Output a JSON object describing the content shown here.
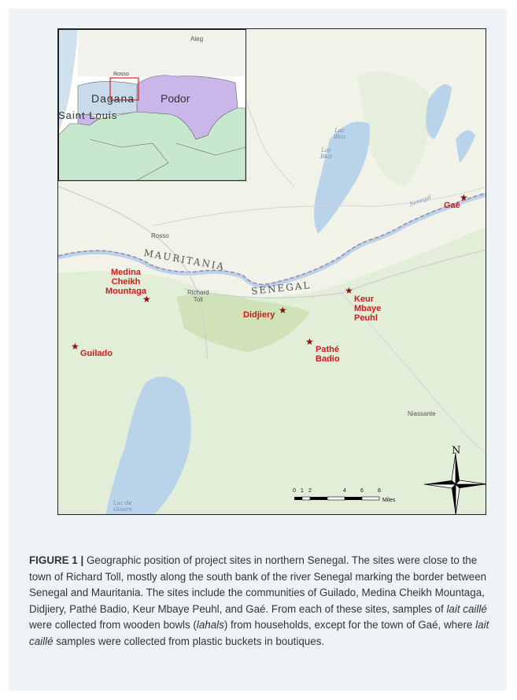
{
  "figure": {
    "label": "FIGURE 1 |",
    "caption_parts": [
      {
        "t": " Geographic position of project sites in northern Senegal. The sites were close to the town of Richard Toll, mostly along the south bank of the river Senegal marking the border between Senegal and Mauritania. The sites include the communities of Guilado, Medina Cheikh Mountaga, Didjiery, Pathé Badio, Keur Mbaye Peuhl, and Gaé. From each of these sites, samples of ",
        "i": false
      },
      {
        "t": "lait caillé",
        "i": true
      },
      {
        "t": " were collected from wooden bowls (",
        "i": false
      },
      {
        "t": "lahals",
        "i": true
      },
      {
        "t": ") from households, except for the town of Gaé, where ",
        "i": false
      },
      {
        "t": "lait caillé",
        "i": true
      },
      {
        "t": " samples were collected from plastic buckets in boutiques.",
        "i": false
      }
    ]
  },
  "sites": {
    "medina": "Medina\nCheikh\nMountaga",
    "guilado": "Guilado",
    "didjiery": "Didjiery",
    "pathe": "Pathé\nBadio",
    "keur": "Keur\nMbaye\nPeuhl",
    "gae": "Gaé"
  },
  "towns": {
    "rosso": "Rosso",
    "richard_toll": "Richard\nToll",
    "niassante": "Niassante",
    "aleg": "Aleg"
  },
  "regions": {
    "mauritania": "MAURITANIA",
    "senegal": "SENEGAL"
  },
  "water": {
    "lac_bkiz_1": "Lac\nBkiz",
    "lac_bkiz_2": "Lac\nBkiz",
    "senegal_river": "Senegal",
    "lac_de_guiers": "Lac de\nGuiers"
  },
  "inset": {
    "rosso": "Rosso",
    "dagana": "Dagana",
    "podor": "Podor",
    "saint_louis": "Saint Louis",
    "aleg": "Aleg"
  },
  "scale": {
    "ticks": [
      "0",
      "1",
      "2",
      "4",
      "6",
      "8"
    ],
    "unit": "Miles"
  },
  "north_label": "N",
  "colors": {
    "site_label": "#d31a1a",
    "star": "#8a1010",
    "water": "#b9d3ea",
    "land": "#eef1e3",
    "green": "#d8e8c8",
    "inset_podor": "#cbb6ea",
    "inset_dagana": "#c9daea",
    "inset_senegal": "#c7e8cc",
    "border": "#a08aa8"
  }
}
